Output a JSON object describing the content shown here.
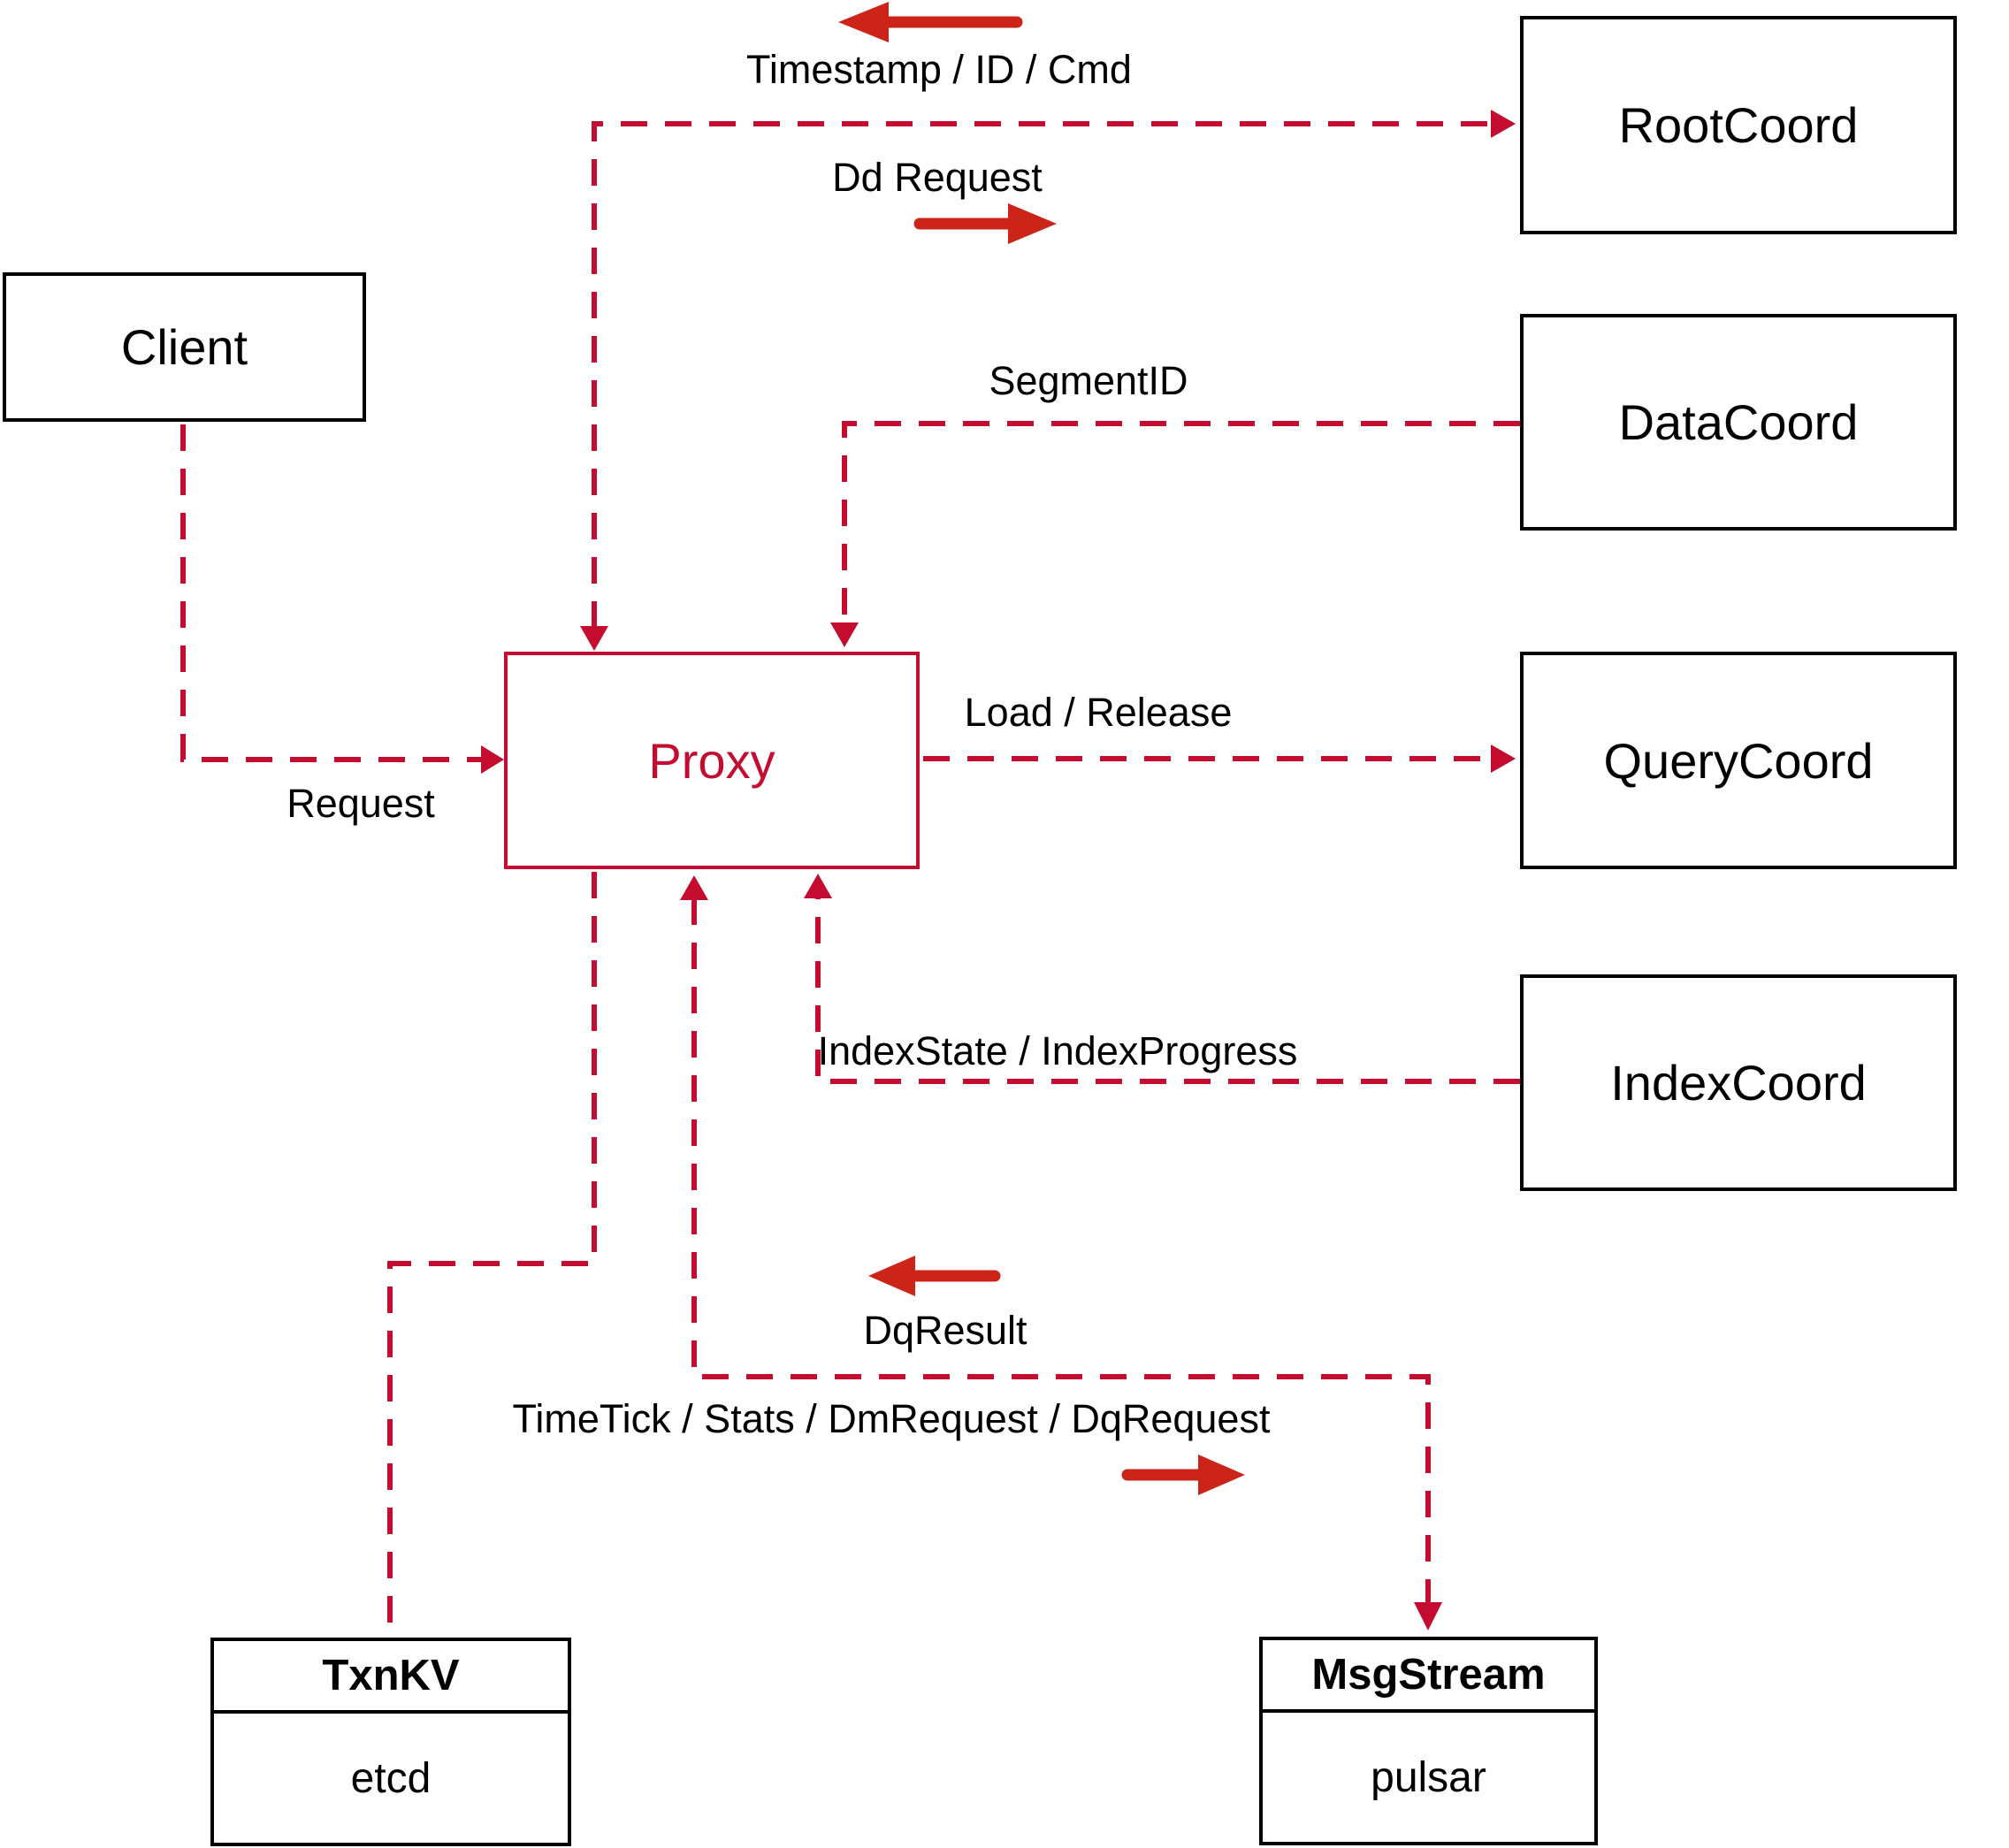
{
  "diagram": {
    "nodes": {
      "client": {
        "label": "Client"
      },
      "proxy": {
        "label": "Proxy"
      },
      "root_coord": {
        "label": "RootCoord"
      },
      "data_coord": {
        "label": "DataCoord"
      },
      "query_coord": {
        "label": "QueryCoord"
      },
      "index_coord": {
        "label": "IndexCoord"
      },
      "txn_kv": {
        "title": "TxnKV",
        "impl": "etcd"
      },
      "msg_stream": {
        "title": "MsgStream",
        "impl": "pulsar"
      }
    },
    "edge_labels": {
      "timestamp_id_cmd": "Timestamp / ID / Cmd",
      "dd_request": "Dd Request",
      "segment_id": "SegmentID",
      "load_release": "Load / Release",
      "index_state": "IndexState / IndexProgress",
      "request": "Request",
      "dq_result": "DqResult",
      "timetick": "TimeTick / Stats / DmRequest / DqRequest"
    },
    "colors": {
      "dashed_line": "#c40c30",
      "solid_arrow": "#cc2418",
      "box_border": "#000000",
      "text": "#000000",
      "background": "#ffffff"
    }
  }
}
